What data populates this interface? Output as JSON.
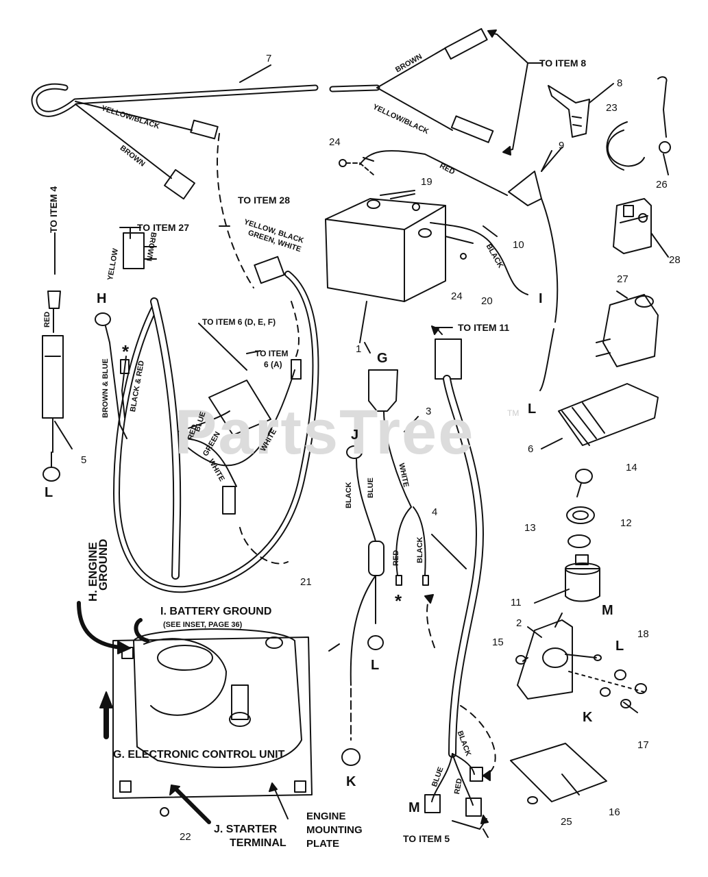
{
  "watermark": {
    "text": "PartsTree",
    "tm": "TM"
  },
  "callouts": {
    "to_item_8": "TO ITEM 8",
    "to_item_28": "TO ITEM 28",
    "to_item_27": "TO ITEM 27",
    "to_item_4": "TO ITEM 4",
    "to_item_6_def": "TO ITEM 6 (D, E, F)",
    "to_item_6_a_line1": "TO ITEM",
    "to_item_6_a_line2": "6 (A)",
    "to_item_11": "TO ITEM 11",
    "to_item_5": "TO ITEM 5"
  },
  "wire_labels": {
    "brown_top": "BROWN",
    "yellow_black_right": "YELLOW/BLACK",
    "yellow_black_left": "YELLOW/BLACK",
    "brown_left": "BROWN",
    "red_top": "RED",
    "yellow_black_green_white_1": "YELLOW, BLACK",
    "yellow_black_green_white_2": "GREEN, WHITE",
    "yellow": "YELLOW",
    "brown_27": "BROWN",
    "red_4": "RED",
    "brown_blue": "BROWN & BLUE",
    "black_red": "BLACK & RED",
    "red_h": "RED",
    "blue_h": "BLUE",
    "green_h": "GREEN",
    "white_a": "WHITE",
    "white_b": "WHITE",
    "black_20": "BLACK",
    "black_j": "BLACK",
    "blue_j": "BLUE",
    "white_3": "WHITE",
    "red_3": "RED",
    "black_3": "BLACK",
    "blue_m": "BLUE",
    "red_m": "RED",
    "black_m": "BLACK"
  },
  "letters": {
    "H": "H",
    "G": "G",
    "J": "J",
    "L1": "L",
    "L2": "L",
    "L3": "L",
    "L4": "L",
    "K1": "K",
    "K2": "K",
    "M1": "M",
    "M2": "M",
    "I": "I",
    "star1": "*",
    "star2": "*"
  },
  "part_numbers": [
    "1",
    "2",
    "3",
    "4",
    "5",
    "6",
    "7",
    "8",
    "9",
    "10",
    "11",
    "12",
    "13",
    "14",
    "15",
    "16",
    "17",
    "18",
    "19",
    "20",
    "21",
    "22",
    "23",
    "24",
    "24",
    "25",
    "26",
    "27",
    "28"
  ],
  "engine_labels": {
    "h_engine_ground_1": "H. ENGINE",
    "h_engine_ground_2": "GROUND",
    "i_battery_ground": "I. BATTERY GROUND",
    "see_inset": "(SEE INSET, PAGE 36)",
    "g_ecu": "G. ELECTRONIC CONTROL UNIT",
    "j_starter_1": "J. STARTER",
    "j_starter_2": "TERMINAL",
    "engine_plate_1": "ENGINE",
    "engine_plate_2": "MOUNTING",
    "engine_plate_3": "PLATE"
  }
}
